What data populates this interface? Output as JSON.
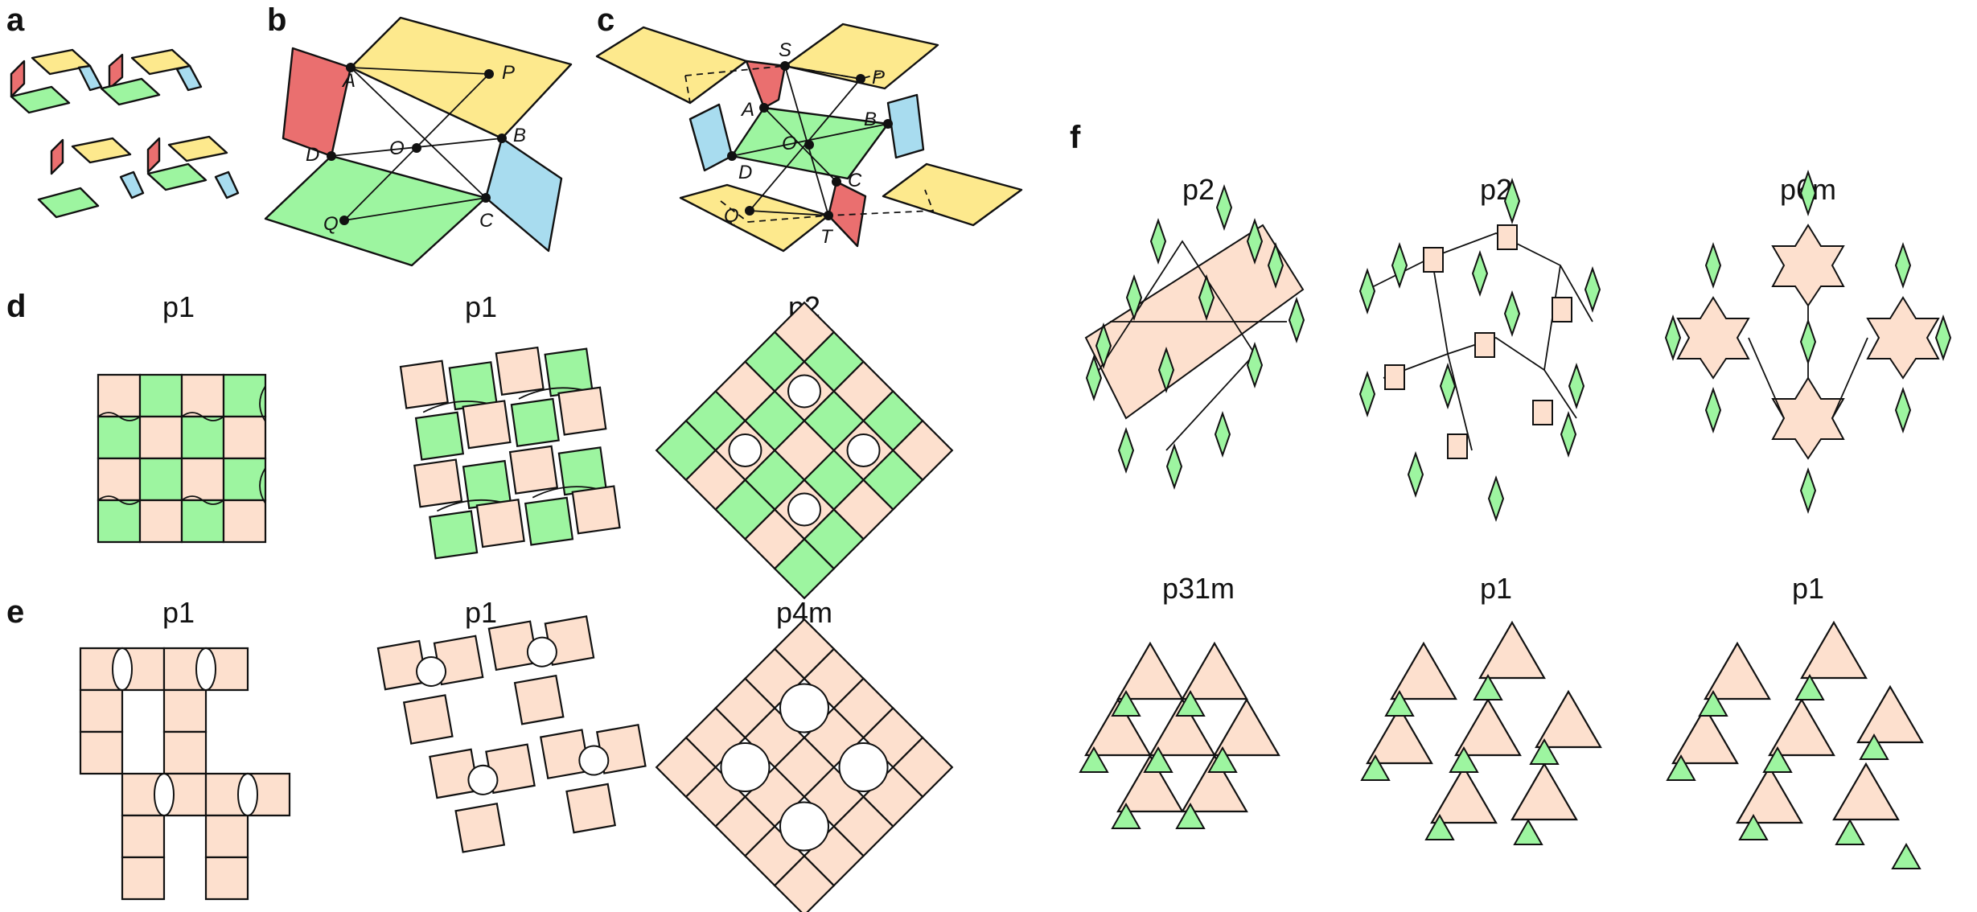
{
  "colors": {
    "yellow": "#fde98d",
    "green": "#9df5a0",
    "blue": "#a8dcef",
    "red": "#ea6f6f",
    "peach": "#fde0ce",
    "stroke": "#111111"
  },
  "panels": {
    "a": {
      "letter": "a"
    },
    "b": {
      "letter": "b",
      "points": [
        "A",
        "B",
        "C",
        "D",
        "O",
        "P",
        "Q"
      ]
    },
    "c": {
      "letter": "c",
      "points": [
        "S",
        "P",
        "A",
        "O",
        "B",
        "D",
        "C",
        "Q",
        "T"
      ]
    },
    "d": {
      "letter": "d",
      "groups": [
        "p1",
        "p1",
        "p2"
      ]
    },
    "e": {
      "letter": "e",
      "groups": [
        "p1",
        "p1",
        "p4m"
      ]
    },
    "f": {
      "letter": "f",
      "groups": [
        "p2",
        "p2",
        "p6m",
        "p31m",
        "p1",
        "p1"
      ]
    }
  },
  "icons": [
    "rhombus-tile-icon",
    "square-tile-icon",
    "triangle-tile-icon"
  ]
}
